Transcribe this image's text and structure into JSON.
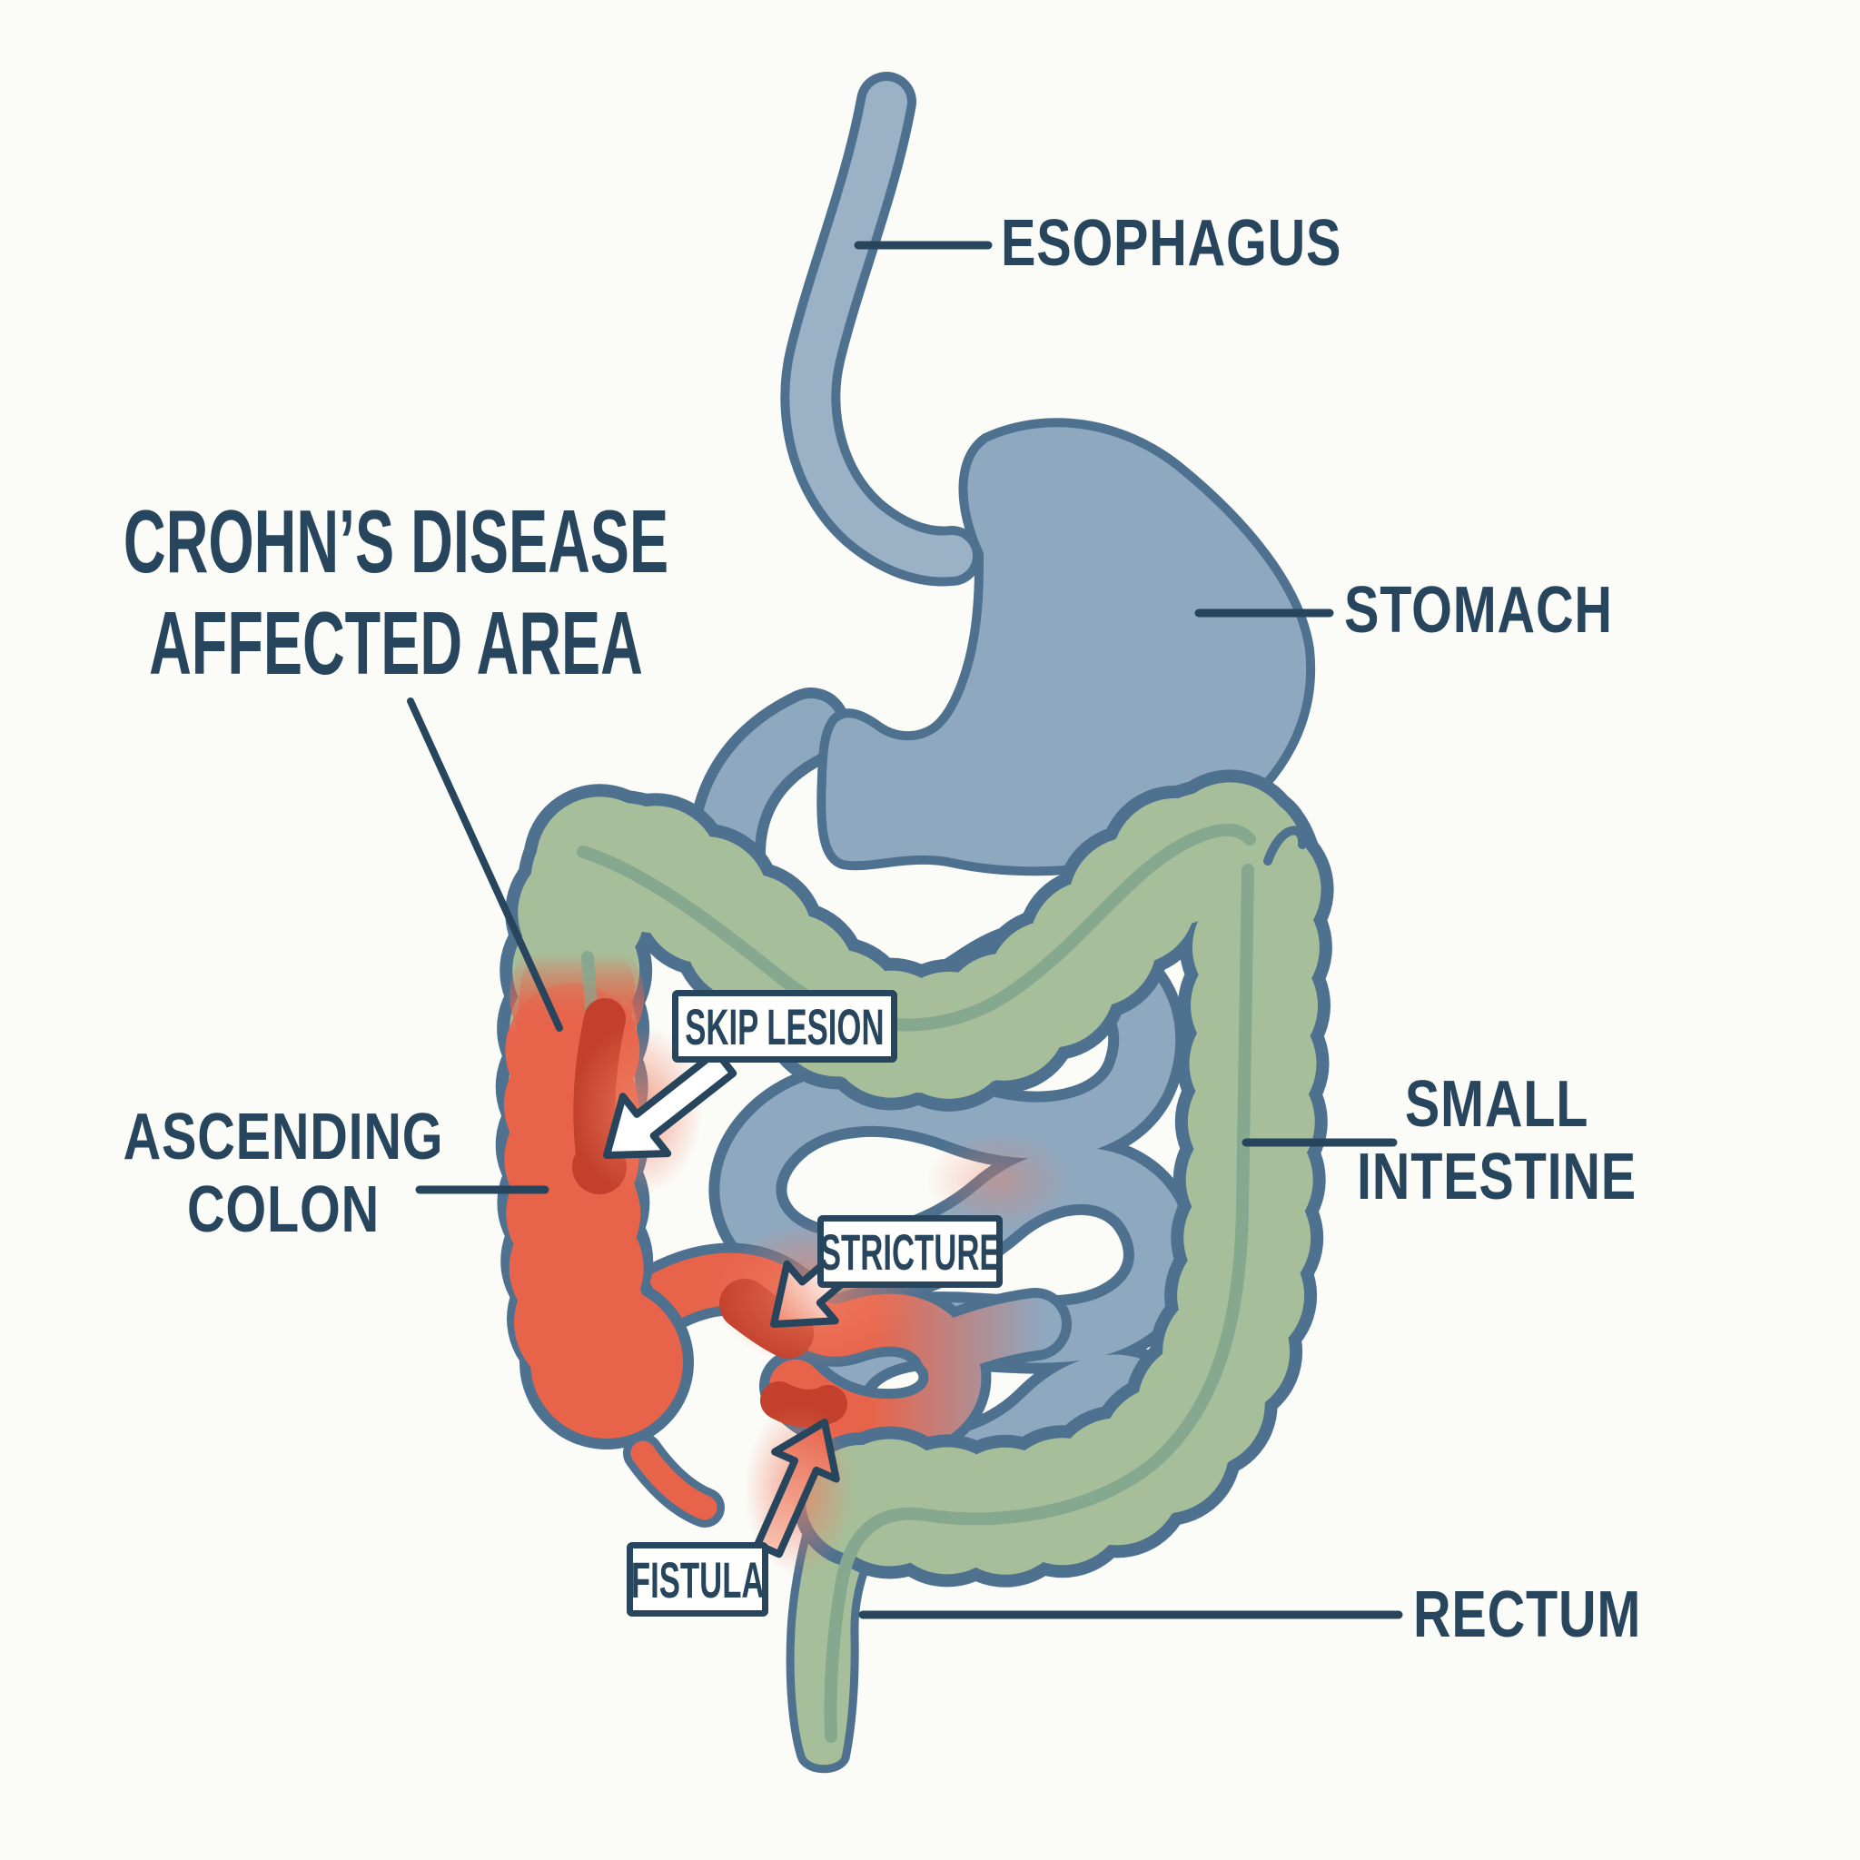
{
  "title": {
    "line1": "CROHN’S DISEASE",
    "line2": "AFFECTED AREA"
  },
  "labels": {
    "esophagus": "ESOPHAGUS",
    "stomach": "STOMACH",
    "small_intestine_line1": "SMALL",
    "small_intestine_line2": "INTESTINE",
    "ascending_colon_line1": "ASCENDING",
    "ascending_colon_line2": "COLON",
    "rectum": "RECTUM"
  },
  "callouts": {
    "skip_lesion": "SKIP LESION",
    "stricture": "STRICTURE",
    "fistula": "FISTULA"
  },
  "colors": {
    "bg": "#fbfbf8",
    "ink": "#27455c",
    "outline": "#4e7190",
    "blue": "#8ea8c0",
    "blue_light": "#9bb1c5",
    "green": "#a6bf9a",
    "teal": "#85a88f",
    "red": "#e7644b",
    "red_dark": "#c2402c",
    "glow": "#ef7f63",
    "box_bg": "#fefefc"
  }
}
